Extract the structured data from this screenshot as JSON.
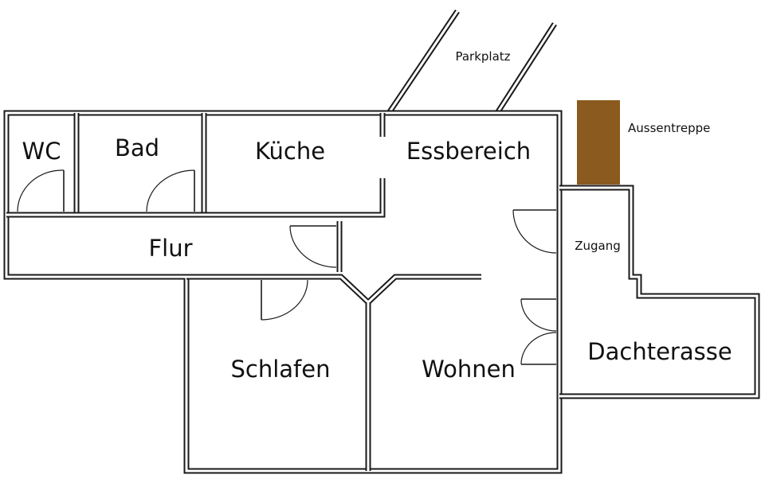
{
  "rooms": {
    "wc": "WC",
    "bad": "Bad",
    "kueche": "Küche",
    "essbereich": "Essbereich",
    "flur": "Flur",
    "schlafen": "Schlafen",
    "wohnen": "Wohnen",
    "dachterasse": "Dachterasse"
  },
  "annotations": {
    "parkplatz": "Parkplatz",
    "aussentreppe": "Aussentreppe",
    "zugang": "Zugang"
  },
  "colors": {
    "wall": "#1a1a1a",
    "stair": "#8b5a1e",
    "background": "#ffffff"
  }
}
